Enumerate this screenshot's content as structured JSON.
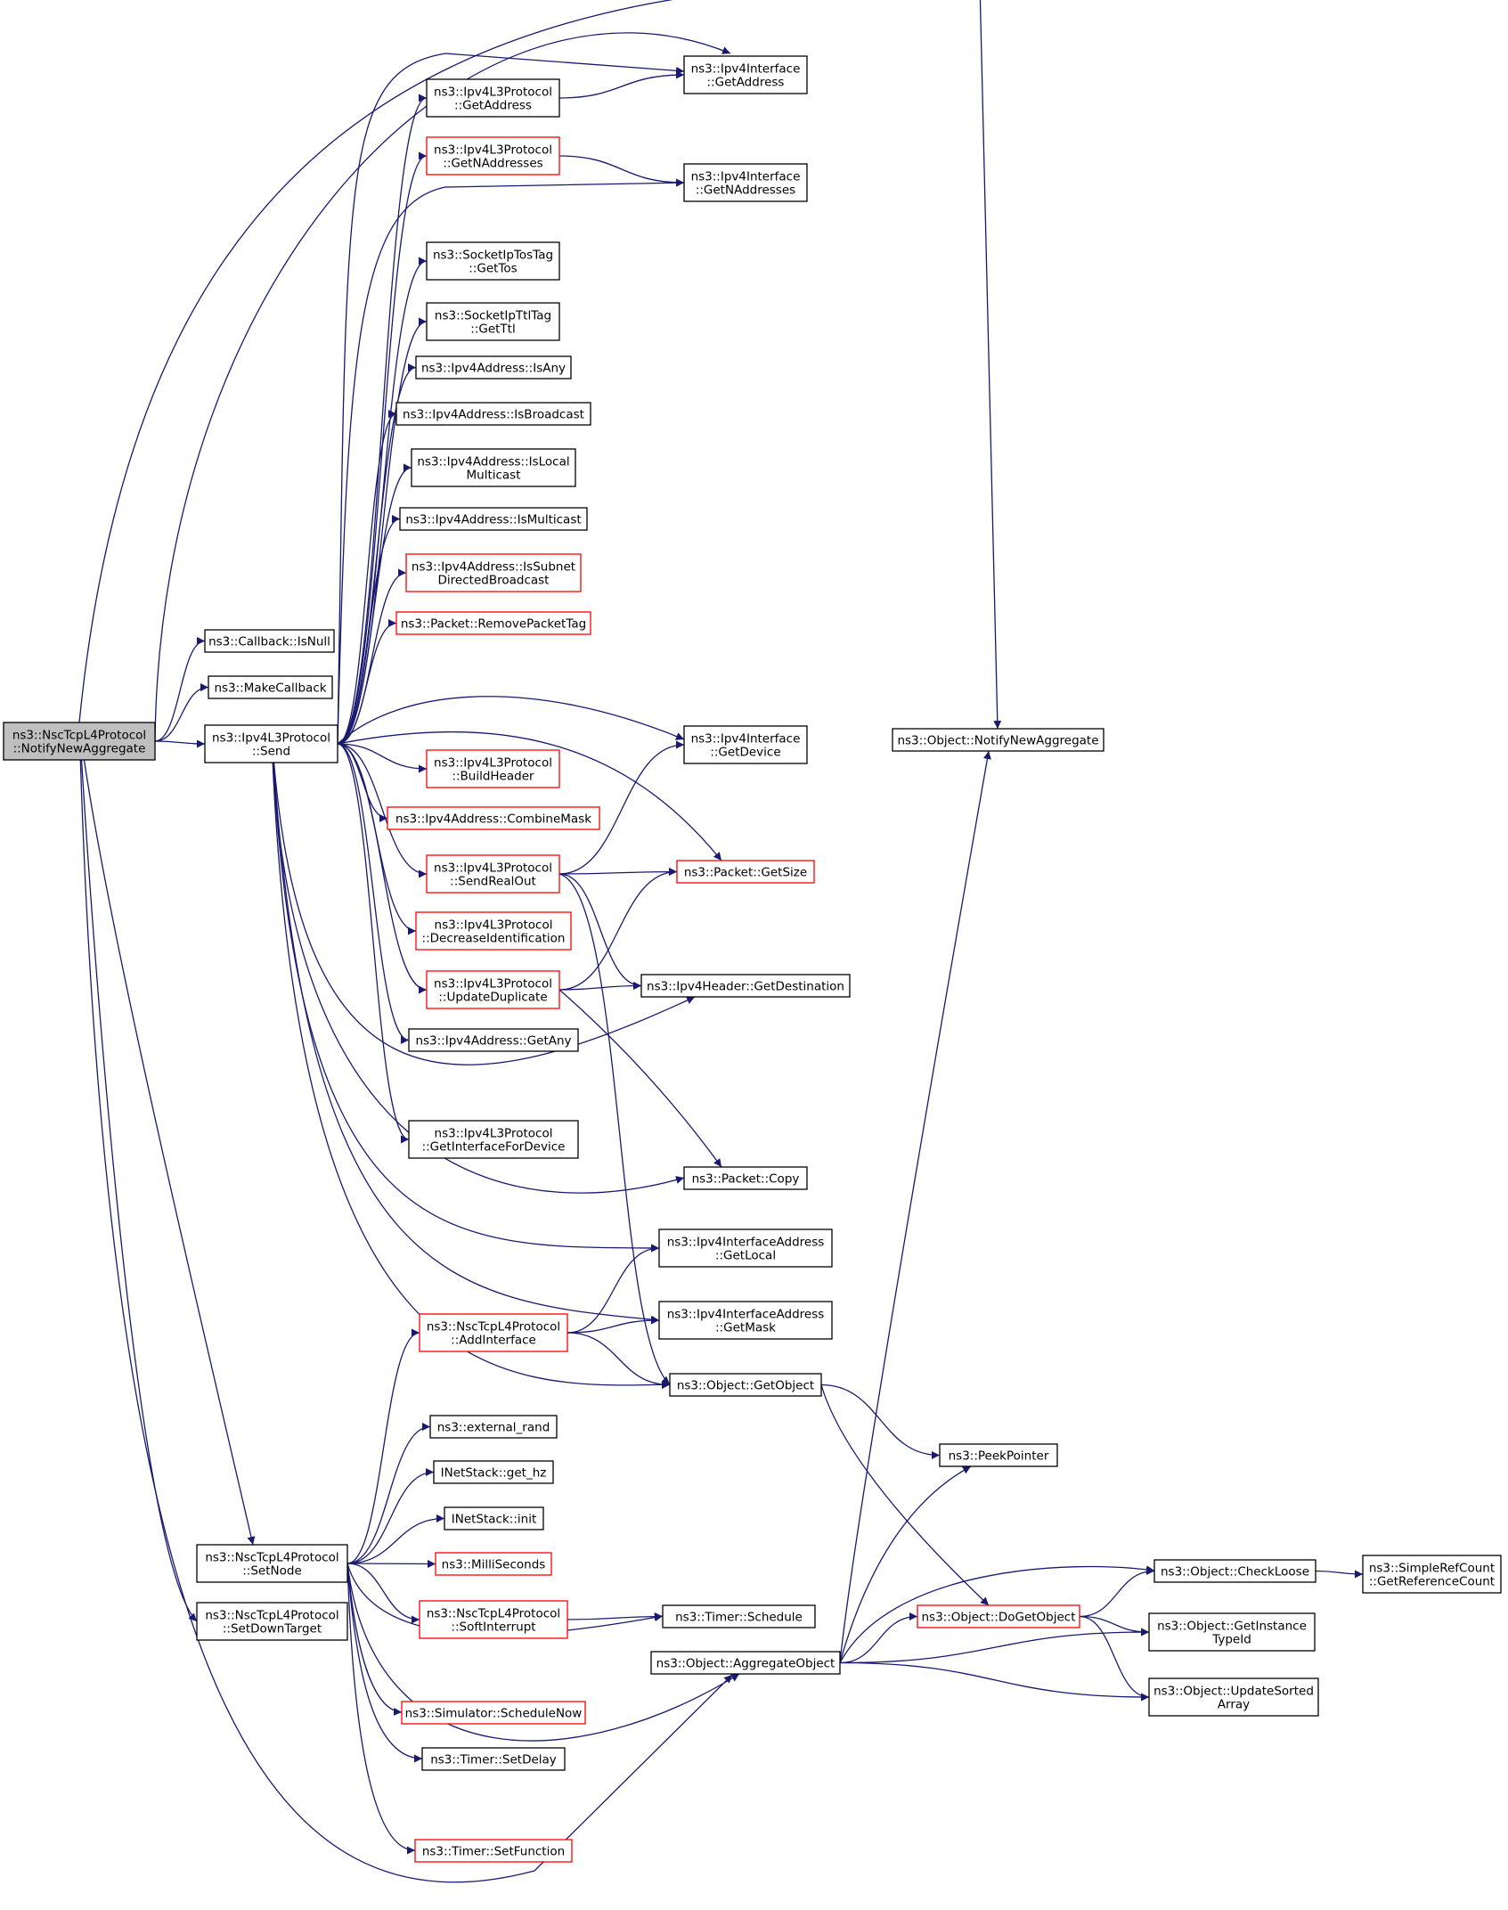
{
  "colors": {
    "edge": "#191970",
    "border_default": "#000000",
    "border_truncated": "#ff0000",
    "focus_fill": "#bfbfbf",
    "node_fill": "#ffffff"
  },
  "nodes": [
    {
      "id": "root",
      "lines": [
        "ns3::NscTcpL4Protocol",
        "::NotifyNewAggregate"
      ],
      "style": "focus"
    },
    {
      "id": "callback_isnull",
      "lines": [
        "ns3::Callback::IsNull"
      ],
      "style": "default"
    },
    {
      "id": "makecallback",
      "lines": [
        "ns3::MakeCallback"
      ],
      "style": "default"
    },
    {
      "id": "ipv4l3_send",
      "lines": [
        "ns3::Ipv4L3Protocol",
        "::Send"
      ],
      "style": "default"
    },
    {
      "id": "nsc_setnode",
      "lines": [
        "ns3::NscTcpL4Protocol",
        "::SetNode"
      ],
      "style": "default"
    },
    {
      "id": "nsc_setdowntarget",
      "lines": [
        "ns3::NscTcpL4Protocol",
        "::SetDownTarget"
      ],
      "style": "default"
    },
    {
      "id": "ipv4l3_getaddress",
      "lines": [
        "ns3::Ipv4L3Protocol",
        "::GetAddress"
      ],
      "style": "default"
    },
    {
      "id": "ipv4l3_getnaddresses",
      "lines": [
        "ns3::Ipv4L3Protocol",
        "::GetNAddresses"
      ],
      "style": "truncated"
    },
    {
      "id": "sockettos_gettos",
      "lines": [
        "ns3::SocketIpTosTag",
        "::GetTos"
      ],
      "style": "default"
    },
    {
      "id": "socketttl_getttl",
      "lines": [
        "ns3::SocketIpTtlTag",
        "::GetTtl"
      ],
      "style": "default"
    },
    {
      "id": "ipv4addr_isany",
      "lines": [
        "ns3::Ipv4Address::IsAny"
      ],
      "style": "default"
    },
    {
      "id": "ipv4addr_isbroadcast",
      "lines": [
        "ns3::Ipv4Address::IsBroadcast"
      ],
      "style": "default"
    },
    {
      "id": "ipv4addr_islocalmulticast",
      "lines": [
        "ns3::Ipv4Address::IsLocal",
        "Multicast"
      ],
      "style": "default"
    },
    {
      "id": "ipv4addr_ismulticast",
      "lines": [
        "ns3::Ipv4Address::IsMulticast"
      ],
      "style": "default"
    },
    {
      "id": "ipv4addr_issubnet",
      "lines": [
        "ns3::Ipv4Address::IsSubnet",
        "DirectedBroadcast"
      ],
      "style": "truncated"
    },
    {
      "id": "packet_removepackettag",
      "lines": [
        "ns3::Packet::RemovePacketTag"
      ],
      "style": "truncated"
    },
    {
      "id": "ipv4l3_buildheader",
      "lines": [
        "ns3::Ipv4L3Protocol",
        "::BuildHeader"
      ],
      "style": "truncated"
    },
    {
      "id": "ipv4addr_combinemask",
      "lines": [
        "ns3::Ipv4Address::CombineMask"
      ],
      "style": "truncated"
    },
    {
      "id": "ipv4l3_sendrealout",
      "lines": [
        "ns3::Ipv4L3Protocol",
        "::SendRealOut"
      ],
      "style": "truncated"
    },
    {
      "id": "ipv4l3_decrease",
      "lines": [
        "ns3::Ipv4L3Protocol",
        "::DecreaseIdentification"
      ],
      "style": "truncated"
    },
    {
      "id": "ipv4l3_updateduplicate",
      "lines": [
        "ns3::Ipv4L3Protocol",
        "::UpdateDuplicate"
      ],
      "style": "truncated"
    },
    {
      "id": "ipv4addr_getany",
      "lines": [
        "ns3::Ipv4Address::GetAny"
      ],
      "style": "default"
    },
    {
      "id": "ipv4l3_getinterfacefordevice",
      "lines": [
        "ns3::Ipv4L3Protocol",
        "::GetInterfaceForDevice"
      ],
      "style": "default"
    },
    {
      "id": "nsc_addinterface",
      "lines": [
        "ns3::NscTcpL4Protocol",
        "::AddInterface"
      ],
      "style": "truncated"
    },
    {
      "id": "external_rand",
      "lines": [
        "ns3::external_rand"
      ],
      "style": "default"
    },
    {
      "id": "inetstack_gethz",
      "lines": [
        "INetStack::get_hz"
      ],
      "style": "default"
    },
    {
      "id": "inetstack_init",
      "lines": [
        "INetStack::init"
      ],
      "style": "default"
    },
    {
      "id": "milliseconds",
      "lines": [
        "ns3::MilliSeconds"
      ],
      "style": "truncated"
    },
    {
      "id": "nsc_softinterrupt",
      "lines": [
        "ns3::NscTcpL4Protocol",
        "::SoftInterrupt"
      ],
      "style": "truncated"
    },
    {
      "id": "simulator_schedulenow",
      "lines": [
        "ns3::Simulator::ScheduleNow"
      ],
      "style": "truncated"
    },
    {
      "id": "timer_setdelay",
      "lines": [
        "ns3::Timer::SetDelay"
      ],
      "style": "default"
    },
    {
      "id": "timer_setfunction",
      "lines": [
        "ns3::Timer::SetFunction"
      ],
      "style": "truncated"
    },
    {
      "id": "ipv4if_getaddress",
      "lines": [
        "ns3::Ipv4Interface",
        "::GetAddress"
      ],
      "style": "default"
    },
    {
      "id": "ipv4if_getnaddresses",
      "lines": [
        "ns3::Ipv4Interface",
        "::GetNAddresses"
      ],
      "style": "default"
    },
    {
      "id": "ipv4if_getdevice",
      "lines": [
        "ns3::Ipv4Interface",
        "::GetDevice"
      ],
      "style": "default"
    },
    {
      "id": "packet_getsize",
      "lines": [
        "ns3::Packet::GetSize"
      ],
      "style": "truncated"
    },
    {
      "id": "ipv4header_getdestination",
      "lines": [
        "ns3::Ipv4Header::GetDestination"
      ],
      "style": "default"
    },
    {
      "id": "packet_copy",
      "lines": [
        "ns3::Packet::Copy"
      ],
      "style": "default"
    },
    {
      "id": "ipv4ifaddr_getlocal",
      "lines": [
        "ns3::Ipv4InterfaceAddress",
        "::GetLocal"
      ],
      "style": "default"
    },
    {
      "id": "ipv4ifaddr_getmask",
      "lines": [
        "ns3::Ipv4InterfaceAddress",
        "::GetMask"
      ],
      "style": "default"
    },
    {
      "id": "object_getobject",
      "lines": [
        "ns3::Object::GetObject"
      ],
      "style": "default"
    },
    {
      "id": "timer_schedule",
      "lines": [
        "ns3::Timer::Schedule"
      ],
      "style": "default"
    },
    {
      "id": "object_aggregateobject",
      "lines": [
        "ns3::Object::AggregateObject"
      ],
      "style": "default"
    },
    {
      "id": "object_notifynewaggregate",
      "lines": [
        "ns3::Object::NotifyNewAggregate"
      ],
      "style": "default"
    },
    {
      "id": "peekpointer",
      "lines": [
        "ns3::PeekPointer"
      ],
      "style": "default"
    },
    {
      "id": "object_dogetobject",
      "lines": [
        "ns3::Object::DoGetObject"
      ],
      "style": "truncated"
    },
    {
      "id": "object_checkloose",
      "lines": [
        "ns3::Object::CheckLoose"
      ],
      "style": "default"
    },
    {
      "id": "object_getinstancetypeid",
      "lines": [
        "ns3::Object::GetInstance",
        "TypeId"
      ],
      "style": "default"
    },
    {
      "id": "object_updatesortedarray",
      "lines": [
        "ns3::Object::UpdateSorted",
        "Array"
      ],
      "style": "default"
    },
    {
      "id": "simplerefcount_getreferencecount",
      "lines": [
        "ns3::SimpleRefCount",
        "::GetReferenceCount"
      ],
      "style": "default"
    }
  ],
  "edges": [
    [
      "root",
      "callback_isnull"
    ],
    [
      "root",
      "makecallback"
    ],
    [
      "root",
      "ipv4l3_send"
    ],
    [
      "root",
      "nsc_setnode"
    ],
    [
      "root",
      "nsc_setdowntarget"
    ],
    [
      "root",
      "ipv4if_getaddress"
    ],
    [
      "root",
      "object_notifynewaggregate"
    ],
    [
      "root",
      "object_aggregateobject"
    ],
    [
      "ipv4l3_send",
      "ipv4l3_getaddress"
    ],
    [
      "ipv4l3_send",
      "ipv4l3_getnaddresses"
    ],
    [
      "ipv4l3_send",
      "sockettos_gettos"
    ],
    [
      "ipv4l3_send",
      "socketttl_getttl"
    ],
    [
      "ipv4l3_send",
      "ipv4addr_isany"
    ],
    [
      "ipv4l3_send",
      "ipv4addr_isbroadcast"
    ],
    [
      "ipv4l3_send",
      "ipv4addr_islocalmulticast"
    ],
    [
      "ipv4l3_send",
      "ipv4addr_ismulticast"
    ],
    [
      "ipv4l3_send",
      "ipv4addr_issubnet"
    ],
    [
      "ipv4l3_send",
      "packet_removepackettag"
    ],
    [
      "ipv4l3_send",
      "ipv4l3_buildheader"
    ],
    [
      "ipv4l3_send",
      "ipv4addr_combinemask"
    ],
    [
      "ipv4l3_send",
      "ipv4l3_sendrealout"
    ],
    [
      "ipv4l3_send",
      "ipv4l3_decrease"
    ],
    [
      "ipv4l3_send",
      "ipv4l3_updateduplicate"
    ],
    [
      "ipv4l3_send",
      "ipv4addr_getany"
    ],
    [
      "ipv4l3_send",
      "ipv4l3_getinterfacefordevice"
    ],
    [
      "ipv4l3_send",
      "ipv4if_getaddress"
    ],
    [
      "ipv4l3_send",
      "ipv4if_getnaddresses"
    ],
    [
      "ipv4l3_send",
      "ipv4if_getdevice"
    ],
    [
      "ipv4l3_send",
      "packet_getsize"
    ],
    [
      "ipv4l3_send",
      "ipv4header_getdestination"
    ],
    [
      "ipv4l3_send",
      "packet_copy"
    ],
    [
      "ipv4l3_send",
      "ipv4ifaddr_getlocal"
    ],
    [
      "ipv4l3_send",
      "ipv4ifaddr_getmask"
    ],
    [
      "ipv4l3_send",
      "object_getobject"
    ],
    [
      "ipv4l3_getaddress",
      "ipv4if_getaddress"
    ],
    [
      "ipv4l3_getnaddresses",
      "ipv4if_getnaddresses"
    ],
    [
      "ipv4l3_sendrealout",
      "ipv4if_getdevice"
    ],
    [
      "ipv4l3_sendrealout",
      "packet_getsize"
    ],
    [
      "ipv4l3_sendrealout",
      "ipv4header_getdestination"
    ],
    [
      "ipv4l3_sendrealout",
      "object_getobject"
    ],
    [
      "ipv4l3_updateduplicate",
      "packet_getsize"
    ],
    [
      "ipv4l3_updateduplicate",
      "ipv4header_getdestination"
    ],
    [
      "ipv4l3_updateduplicate",
      "packet_copy"
    ],
    [
      "nsc_setnode",
      "nsc_addinterface"
    ],
    [
      "nsc_setnode",
      "external_rand"
    ],
    [
      "nsc_setnode",
      "inetstack_gethz"
    ],
    [
      "nsc_setnode",
      "inetstack_init"
    ],
    [
      "nsc_setnode",
      "milliseconds"
    ],
    [
      "nsc_setnode",
      "nsc_softinterrupt"
    ],
    [
      "nsc_setnode",
      "timer_schedule"
    ],
    [
      "nsc_setnode",
      "simulator_schedulenow"
    ],
    [
      "nsc_setnode",
      "timer_setdelay"
    ],
    [
      "nsc_setnode",
      "timer_setfunction"
    ],
    [
      "nsc_setnode",
      "object_aggregateobject"
    ],
    [
      "nsc_addinterface",
      "ipv4ifaddr_getlocal"
    ],
    [
      "nsc_addinterface",
      "ipv4ifaddr_getmask"
    ],
    [
      "nsc_addinterface",
      "object_getobject"
    ],
    [
      "nsc_softinterrupt",
      "timer_schedule"
    ],
    [
      "object_getobject",
      "peekpointer"
    ],
    [
      "object_getobject",
      "object_dogetobject"
    ],
    [
      "object_aggregateobject",
      "object_notifynewaggregate"
    ],
    [
      "object_aggregateobject",
      "peekpointer"
    ],
    [
      "object_aggregateobject",
      "object_dogetobject"
    ],
    [
      "object_aggregateobject",
      "object_checkloose"
    ],
    [
      "object_aggregateobject",
      "object_getinstancetypeid"
    ],
    [
      "object_aggregateobject",
      "object_updatesortedarray"
    ],
    [
      "object_dogetobject",
      "object_checkloose"
    ],
    [
      "object_dogetobject",
      "object_getinstancetypeid"
    ],
    [
      "object_dogetobject",
      "object_updatesortedarray"
    ],
    [
      "object_checkloose",
      "simplerefcount_getreferencecount"
    ]
  ]
}
